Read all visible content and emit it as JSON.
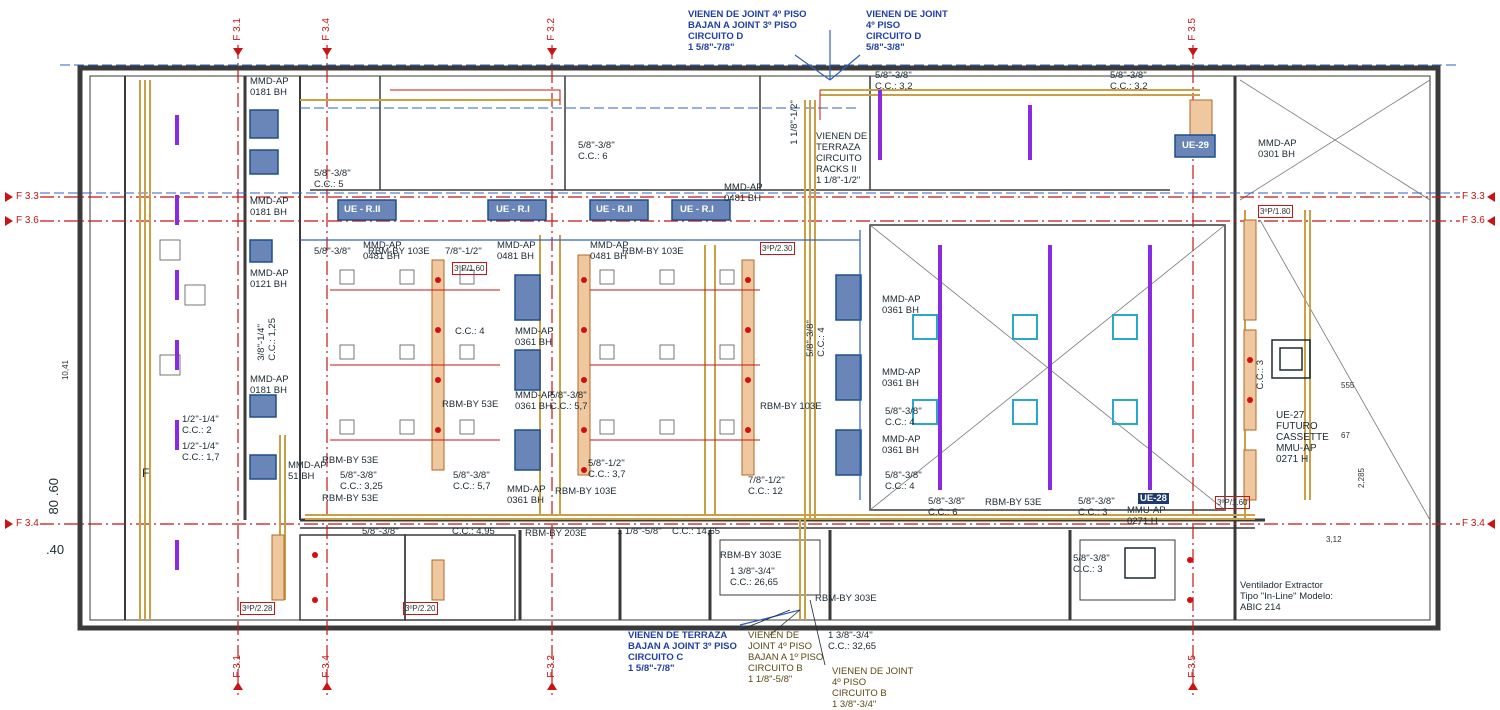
{
  "grid": {
    "vertical": {
      "f31": "F 3.1",
      "f34": "F 3.4",
      "f32": "F 3.2",
      "f35": "F 3.5"
    },
    "horizontal": {
      "f33": "F 3.3",
      "f36": "F 3.6",
      "f34": "F 3.4"
    }
  },
  "callouts": {
    "top_left": "VIENEN DE JOINT 4º PISO\nBAJAN A JOINT 3º PISO\nCIRCUITO D\n1 5/8\"-7/8\"",
    "top_right": "VIENEN DE JOINT\n4º PISO\nCIRCUITO D\n5/8\"-3/8\"",
    "bottom_left": "VIENEN DE TERRAZA\nBAJAN A JOINT 3º PISO\nCIRCUITO C\n1 5/8\"-7/8\"",
    "bottom_mid": "VIENEN DE\nJOINT 4º PISO\nBAJAN A 1º PISO\nCIRCUITO B\n1 1/8\"-5/8\"",
    "bottom_right": "VIENEN DE JOINT\n4º PISO\nCIRCUITO B\n1 3/8\"-3/4\"",
    "terraza": "VIENEN DE\nTERRAZA\nCIRCUITO\nRACKS II\n1 1/8\"-1/2\"",
    "ventilador": "Ventilador Extractor\nTipo \"In-Line\" Modelo:\nABIC 214"
  },
  "units": {
    "mmd_0181_a": "MMD-AP\n0181 BH",
    "mmd_0181_b": "MMD-AP\n0181 BH",
    "mmd_0121": "MMD-AP\n0121 BH",
    "mmd_0181_c": "MMD-AP\n0181 BH",
    "mmd_0481_a": "MMD-AP\n0481 BH",
    "mmd_0481_b": "MMD-AP\n0481 BH",
    "mmd_0481_c": "MMD-AP\n0481 BH",
    "mmd_0481_d": "MMD-AP\n0481 BH",
    "mmd_0361_a": "MMD-AP\n0361 BH",
    "mmd_0361_b": "MMD-AP\n0361 BH",
    "mmd_0361_c": "MMD-AP\n0361 BH",
    "mmd_0361_d": "MMD-AP\n0361 BH",
    "mmd_0361_e": "MMD-AP\n0361 BH",
    "mmd_0301": "MMD-AP\n0301 BH",
    "mmd_51": "MMD-AP\n51 BH",
    "mmu_0271": "MMU-AP\n0271 H",
    "mmd_0361_f": "MMD-AP\n0361 BH",
    "ue28": "UE-28",
    "ue27": "UE-27\nFUTURO\nCASSETTE\nMMU-AP\n0271 H",
    "ue_ri_1": "UE - R.II",
    "ue_ri_2": "UE - R.I",
    "ue_ri_3": "UE - R.II",
    "ue_ri_4": "UE - R.I",
    "ue29": "UE-29"
  },
  "branches": {
    "rbm_103e_a": "RBM-BY 103E",
    "rbm_103e_b": "RBM-BY 103E",
    "rbm_53e_a": "RBM-BY 53E",
    "rbm_103e_c": "RBM-BY 103E",
    "rbm_53e_b": "RBM-BY 53E",
    "rbm_53e_c": "RBM-BY 53E",
    "rbm_103e_d": "RBM-BY 103E",
    "rbm_203e": "RBM-BY 203E",
    "rbm_303e_a": "RBM-BY 303E",
    "rbm_303e_b": "RBM-BY 303E",
    "rbm_53e_d": "RBM-BY 53E"
  },
  "pipes": {
    "p1": "5/8''-3/8''\nC.C.: 5",
    "p2": "5/8''-3/8''",
    "p3": "7/8''-1/2''",
    "p4": "5/8''-3/8''\nC.C.: 6",
    "p5": "1 1/8''-1/2''",
    "p6": "5/8''-3/8''\nC.C.: 3,2",
    "p7": "5/8''-3/8''\nC.C.: 3,2",
    "p8": "C.C.: 4",
    "p9": "3/8''-1/4''\nC.C.: 1,25",
    "p10": "1/2''-1/4''\nC.C.: 2",
    "p11": "1/2''-1/4''\nC.C.: 1,7",
    "p12": "5/8''-3/8''\nC.C.: 3,25",
    "p13": "5/8''-3/8''\nC.C.: 5,7",
    "p14": "5/8''-3/8''\nC.C.: 5,7",
    "p15": "5/8''-1/2''\nC.C.: 3,7",
    "p16": "7/8''-1/2''\nC.C.: 12",
    "p17": "5/8''-3/8''\nC.C.: 4",
    "p18": "5/8''-3/8''\nC.C.: 4",
    "p19": "5/8''-3/8''\nC.C.: 6",
    "p20": "5/8''-3/8''\nC.C.: 3",
    "p21": "5/8''-3/8''",
    "p22": "C.C.: 4,95",
    "p23": "1 1/8''-5/8''",
    "p24": "C.C.: 14,65",
    "p25": "1 3/8''-3/4''\nC.C.: 26,65",
    "p26": "1 3/8''-3/4''\nC.C.: 32,65",
    "p27": "5/8''-3/8''\nC.C.: 3",
    "p28": "C.C.: 3",
    "p29": "5/8''-3/8''\nC.C.: 4"
  },
  "dims": {
    "d1": "80",
    "d2": ".60",
    "d3": ".40",
    "d4": "10,41",
    "d5": "3,12",
    "d6": "2,285",
    "d7": "555",
    "d8": "67",
    "lev1": "3ºP/2.28",
    "lev2": "3ºP/2.20",
    "lev3": "3ºP/2.30",
    "lev4": "3ºP/1.60",
    "lev5": "3ºP/1.60",
    "lev6": "3ºP/1.80",
    "f": "F"
  },
  "colors": {
    "grid": "#c81414",
    "wall": "#3a3a3a",
    "pipe": "#c8a046",
    "pipe_dark": "#9a6a1a",
    "diffuser": "#8a2be2",
    "drain": "#d01010",
    "unit": "#1f4e8c",
    "cyan": "#2aa8c8"
  }
}
